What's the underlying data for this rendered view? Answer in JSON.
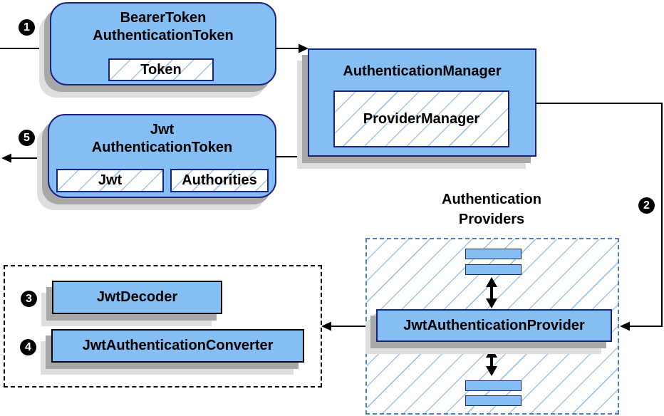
{
  "diagram": {
    "nodes": {
      "bearer_token": {
        "title_line1": "BearerToken",
        "title_line2": "AuthenticationToken",
        "field": "Token"
      },
      "authentication_manager": {
        "title": "AuthenticationManager",
        "field": "ProviderManager"
      },
      "jwt_authentication_token": {
        "title_line1": "Jwt",
        "title_line2": "AuthenticationToken",
        "field1": "Jwt",
        "field2": "Authorities"
      },
      "authentication_providers": {
        "label_line1": "Authentication",
        "label_line2": "Providers"
      },
      "jwt_authentication_provider": {
        "title": "JwtAuthenticationProvider"
      },
      "jwt_decoder": {
        "title": "JwtDecoder"
      },
      "jwt_authentication_converter": {
        "title": "JwtAuthenticationConverter"
      }
    },
    "steps": {
      "step1": "1",
      "step2": "2",
      "step3": "3",
      "step4": "4",
      "step5": "5"
    },
    "colors": {
      "node_fill": "#85BEF2",
      "node_border": "#1A237E",
      "hatch_line": "#9FC5E8",
      "dashed_blue": "#4A7EBB",
      "shadow_dark": "#A8A8A8",
      "shadow_light": "#DEDEDE",
      "arrow": "#000000"
    }
  }
}
